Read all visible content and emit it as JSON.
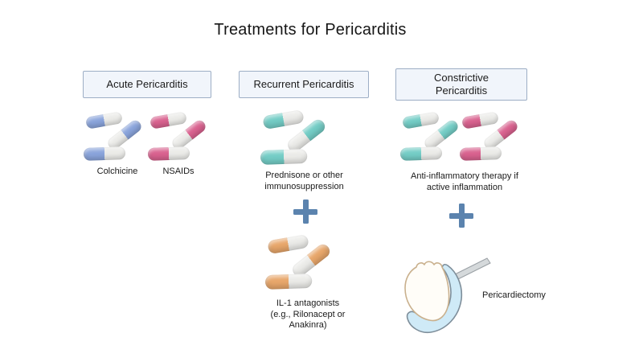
{
  "title": "Treatments for Pericarditis",
  "columns": [
    {
      "header": "Acute Pericarditis",
      "treatments": [
        {
          "label": "Colchicine",
          "icon": "blue-white-capsules"
        },
        {
          "label": "NSAIDs",
          "icon": "pink-white-capsules"
        }
      ]
    },
    {
      "header": "Recurrent Pericarditis",
      "plus_symbol": "+",
      "treatments": [
        {
          "label": "Prednisone or other\nimmunosuppression",
          "icon": "teal-white-capsules"
        },
        {
          "label": "IL-1 antagonists\n(e.g., Rilonacept or\nAnakinra)",
          "icon": "orange-white-capsules"
        }
      ]
    },
    {
      "header": "Constrictive\nPericarditis",
      "plus_symbol": "+",
      "treatments": [
        {
          "label": "Anti-inflammatory therapy if\nactive inflammation",
          "icon": "teal-and-pink-white-capsules"
        },
        {
          "label": "Pericardiectomy",
          "icon": "heart-pericardium-scalpel"
        }
      ]
    }
  ],
  "colors": {
    "blue_pill": "#8aa4db",
    "pink_pill": "#d9628f",
    "teal_pill": "#74cdc6",
    "orange_pill": "#e8a76b",
    "pill_white": "#ebebe8",
    "plus": "#5b83ae",
    "header_box_fill": "#f1f5fb",
    "header_box_border": "#9daec5",
    "pericardium_blue": "#cfeaf7"
  }
}
